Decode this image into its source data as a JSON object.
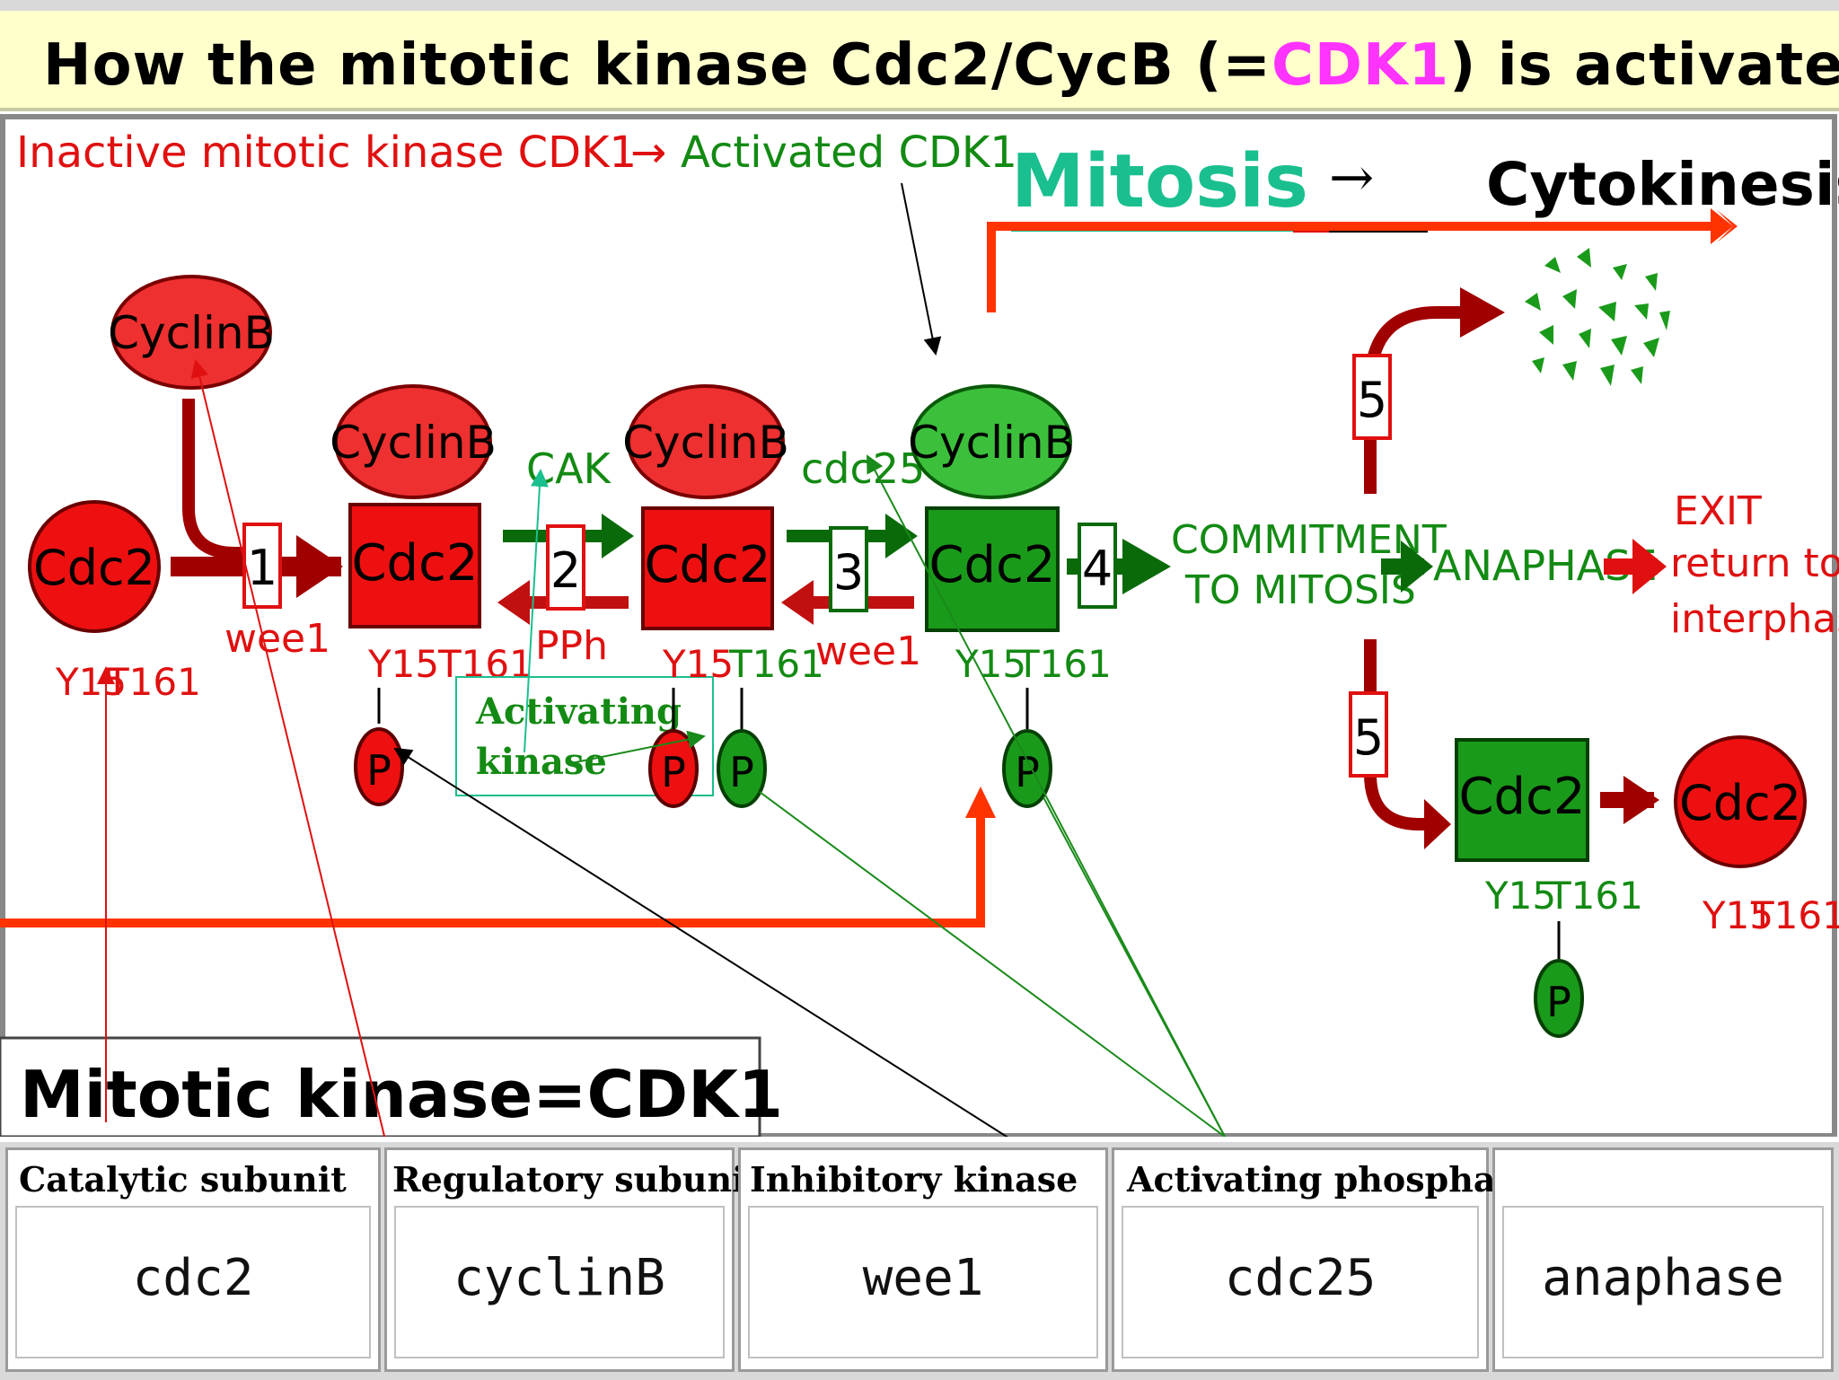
{
  "title": {
    "prefix": "How the mitotic kinase Cdc2/CycB (=",
    "highlight": "CDK1",
    "suffix": ") is activated?",
    "highlight_color": "#ff33ff"
  },
  "header": {
    "inactive_label": "Inactive mitotic kinase CDK1",
    "arrow": "→",
    "active_label": "Activated CDK1",
    "mitosis": "Mitosis",
    "mitosis_arrow": "→",
    "cytokinesis": "Cytokinesis"
  },
  "nodes": {
    "cyclin": "CyclinB",
    "cdc2": "Cdc2",
    "y15": "Y15",
    "t161": "T161",
    "p": "P"
  },
  "steps": [
    "1",
    "2",
    "3",
    "4",
    "5",
    "5"
  ],
  "enzymes": {
    "wee1_a": "wee1",
    "cak": "CAK",
    "pph": "PPh",
    "cdc25": "cdc25",
    "wee1_b": "wee1"
  },
  "outcomes": {
    "commitment_line1": "COMMITMENT",
    "commitment_line2": "TO MITOSIS",
    "anaphase": "ANAPHASE",
    "exit_line1": "EXIT",
    "exit_line2": "return to",
    "exit_line3": "interphase"
  },
  "activating_box": {
    "line1": "Activating",
    "line2": "kinase"
  },
  "mitotic_kinase_label": "Mitotic kinase=CDK1",
  "table": [
    {
      "header": "Catalytic subunit",
      "value": "cdc2"
    },
    {
      "header": "Regulatory subunit",
      "value": "cyclinB"
    },
    {
      "header": "Inhibitory kinase",
      "value": "wee1"
    },
    {
      "header": "Activating phosphatase",
      "value": "cdc25"
    },
    {
      "header": "",
      "value": "anaphase"
    }
  ],
  "colors": {
    "red": "#ee1c1c",
    "dark_red": "#a00000",
    "green": "#2aa62a",
    "dark_green": "#0a6a0a",
    "orange_line": "#ff3300",
    "teal": "#1abf8f"
  }
}
